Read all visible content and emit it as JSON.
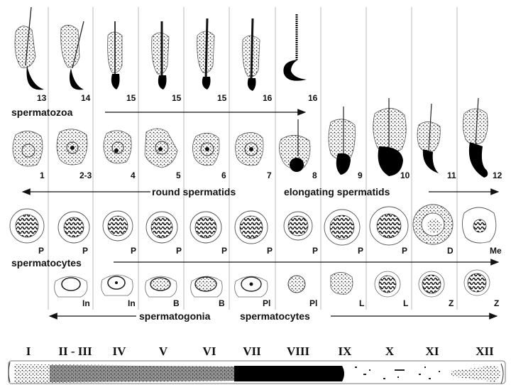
{
  "row_labels": {
    "spermatozoa": "spermatozoa",
    "round_spermatids": "round spermatids",
    "elongating_spermatids": "elongating spermatids",
    "spermatocytes": "spermatocytes",
    "spermatogonia": "spermatogonia",
    "spermatocytes_bottom": "spermatocytes"
  },
  "rows": {
    "spermatozoa": [
      "13",
      "14",
      "15",
      "15",
      "15",
      "16",
      "16"
    ],
    "spermatids": [
      "1",
      "2-3",
      "4",
      "5",
      "6",
      "7",
      "8",
      "9",
      "10",
      "11",
      "12"
    ],
    "spermatocytes": [
      "P",
      "P",
      "P",
      "P",
      "P",
      "P",
      "P",
      "P",
      "P",
      "D",
      "Me"
    ],
    "bottom": [
      "In",
      "In",
      "B",
      "B",
      "Pl",
      "Pl",
      "L",
      "L",
      "Z",
      "Z"
    ]
  },
  "stages": [
    "I",
    "II - III",
    "IV",
    "V",
    "VI",
    "VII",
    "VIII",
    "IX",
    "X",
    "XI",
    "XII"
  ],
  "icons": {
    "cell": "cell-icon",
    "sperm": "sperm-icon",
    "arrow": "arrow-icon"
  }
}
